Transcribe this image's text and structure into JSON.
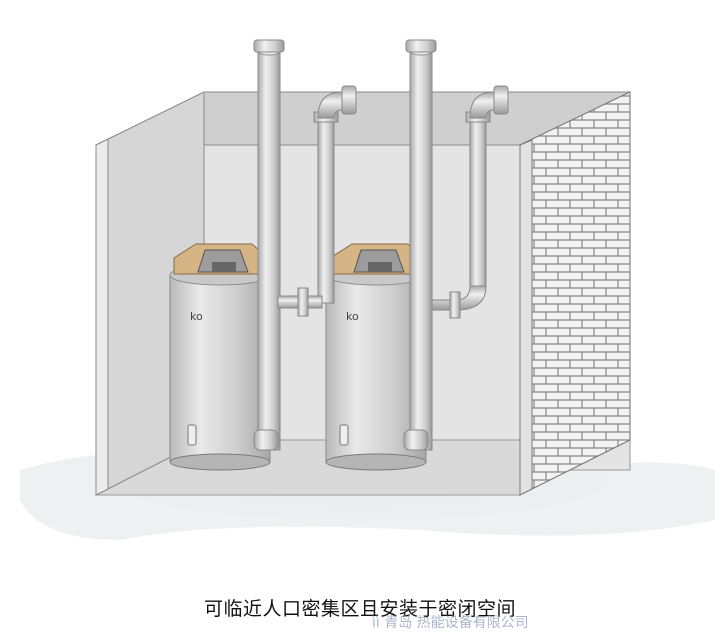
{
  "diagram": {
    "caption": "可临近人口密集区且安装于密闭空间",
    "watermark": "ìì 青岛 热能设备有限公司",
    "colors": {
      "wall_light": "#e6e6e6",
      "wall_inner": "#d4d4d4",
      "floor": "#dadada",
      "brick": "#f2f2f2",
      "mortar": "#8a8a8a",
      "pipe": "#d3d3d3",
      "heater_body": "#cfcfcf",
      "top_cover": "#d7b88a",
      "shadow": "#e6e8ea"
    },
    "heaters": [
      {
        "name": "heater-left"
      },
      {
        "name": "heater-right"
      }
    ]
  }
}
